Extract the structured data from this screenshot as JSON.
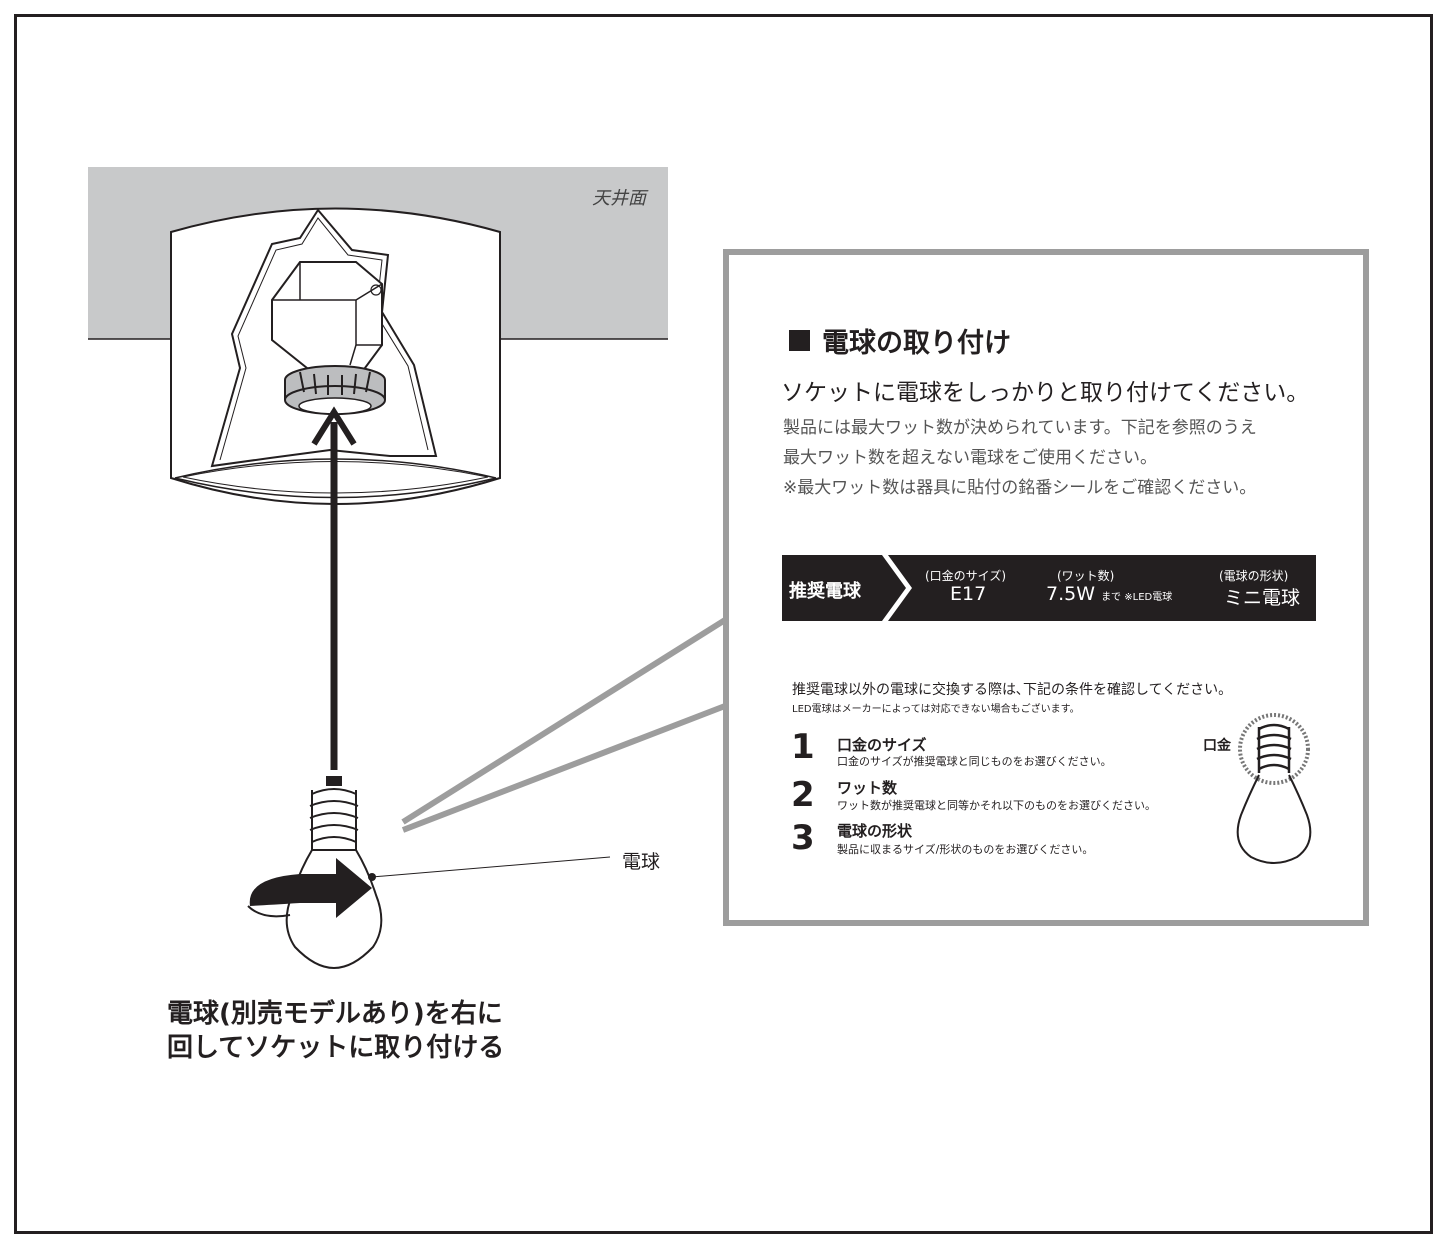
{
  "ceiling_label": "天井面",
  "bulb_label": "電球",
  "caption": {
    "line1": "電球(別売モデルあり)を右に",
    "line2": "回してソケットに取り付ける"
  },
  "info": {
    "title": "電球の取り付け",
    "subtitle": "ソケットに電球をしっかりと取り付けてください。",
    "note_line1": "製品には最大ワット数が決められています。下記を参照のうえ",
    "note_line2": "最大ワット数を超えない電球をご使用ください。",
    "note_line3": "※最大ワット数は器具に貼付の銘番シールをご確認ください。",
    "recommended": {
      "label": "推奨電球",
      "base_caption": "(口金のサイズ)",
      "base_value": "E17",
      "watt_caption": "(ワット数)",
      "watt_value": "7.5W",
      "watt_suffix": "まで ※LED電球",
      "shape_caption": "(電球の形状)",
      "shape_value": "ミニ電球"
    },
    "conditions_intro": "推奨電球以外の電球に交換する際は､下記の条件を確認してください。",
    "conditions_note": "LED電球はメーカーによっては対応できない場合もございます。",
    "conditions": [
      {
        "number": "1",
        "title": "口金のサイズ",
        "desc": "口金のサイズが推奨電球と同じものをお選びください。"
      },
      {
        "number": "2",
        "title": "ワット数",
        "desc": "ワット数が推奨電球と同等かそれ以下のものをお選びください。"
      },
      {
        "number": "3",
        "title": "電球の形状",
        "desc": "製品に収まるサイズ/形状のものをお選びください。"
      }
    ],
    "kuchigane_label": "口金"
  },
  "colors": {
    "ink": "#231f20",
    "ceiling_gray": "#c8c9ca",
    "frame_gray": "#9d9d9d"
  }
}
